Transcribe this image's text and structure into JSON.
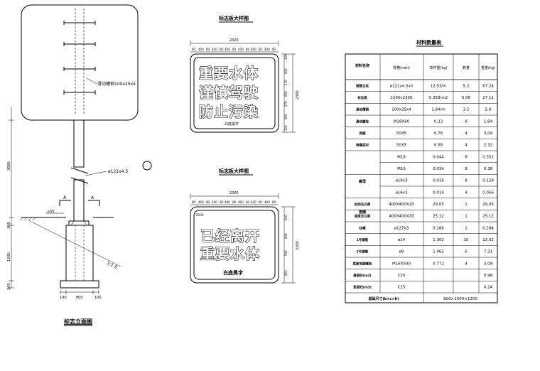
{
  "elevation": {
    "title": "标志立面图",
    "strap_label": "滑动槽钢100x25x4",
    "pipe_label": "ø121x4.5",
    "section_mark": "A",
    "dim_height_main": "3000",
    "dim_height_base": "1200",
    "dim_ground": "300",
    "dim_bottom": "200",
    "dim_left_offset": "≥50",
    "dim_width": [
      "100",
      "800",
      "100"
    ],
    "slope_label": "1:1.5"
  },
  "sign1": {
    "title": "标志板大样图",
    "width": "2320",
    "height": "2300",
    "line1": "重要水体",
    "line2": "谨慎驾驶",
    "line3": "防止污染",
    "caption": "白底黑字",
    "dims_top": [
      "80",
      "400",
      "80",
      "400",
      "80",
      "400",
      "80",
      "400",
      "80",
      "400",
      "80",
      "400",
      "80"
    ],
    "dims_right": [
      "100",
      "600",
      "270",
      "600",
      "270",
      "600",
      "100"
    ]
  },
  "sign2": {
    "title": "标志板大样图",
    "width": "2300",
    "height": "2300",
    "line1": "已经离开",
    "line2": "重要水体",
    "caption": "白底黑字",
    "dims_top": [
      "80",
      "400",
      "80",
      "400",
      "80",
      "400",
      "80",
      "400",
      "80",
      "400",
      "80",
      "400",
      "80"
    ],
    "dims_right": [
      "500",
      "600",
      "500",
      "600"
    ],
    "corner_label": "R200"
  },
  "table": {
    "title": "材料数量表",
    "headers": [
      "材料名称",
      "规格(mm)",
      "单件重(kg)",
      "数量",
      "重量(kg)"
    ],
    "rows": [
      [
        "钢管立柱",
        "ø121x4.5xh",
        "12.93/m",
        "5.2",
        "67.24"
      ],
      [
        "标志板",
        "2200x2300",
        "5.358/m2",
        "5.06",
        "27.11"
      ],
      [
        "滑动槽钢",
        "100x25x4",
        "1.84/m",
        "3.2",
        "5.9"
      ],
      [
        "滑动螺栓",
        "M18X60",
        "0.23",
        "8",
        "1.84"
      ],
      [
        "抱箍",
        "50X5",
        "0.76",
        "4",
        "3.04"
      ],
      [
        "抱箍底衬",
        "50X5",
        "0.58",
        "4",
        "2.32"
      ],
      [
        "",
        "M18",
        "0.044",
        "8",
        "0.352"
      ],
      [
        "",
        "M16",
        "0.034",
        "8",
        "0.28"
      ],
      [
        "",
        "ø18x3",
        "0.016",
        "8",
        "0.128"
      ],
      [
        "",
        "ø16x3",
        "0.014",
        "4",
        "0.056"
      ],
      [
        "加劲法兰盘",
        "400X400X20",
        "29.05",
        "1",
        "29.05"
      ],
      [
        "底座法兰盘",
        "400X400X20",
        "25.12",
        "1",
        "25.12"
      ],
      [
        "柱帽",
        "ø127x3",
        "0.284",
        "1",
        "0.284"
      ],
      [
        "1号钢筋",
        "ø14",
        "1.302",
        "10",
        "13.02"
      ],
      [
        "2号钢筋",
        "ø8",
        "1.462",
        "5",
        "7.31"
      ],
      [
        "底座地脚螺栓",
        "M16X500",
        "0.772",
        "4",
        "3.09"
      ],
      [
        "基础砼(m3)",
        "C25",
        "",
        "",
        "0.96"
      ],
      [
        "垫层砼(m3)",
        "C25",
        "",
        "",
        "0.24"
      ]
    ],
    "merged_nut": "螺母",
    "merged_washer": "垫圈",
    "footer_label": "基础尺寸(b×c×h)",
    "footer_value": "800×1000×1200"
  }
}
